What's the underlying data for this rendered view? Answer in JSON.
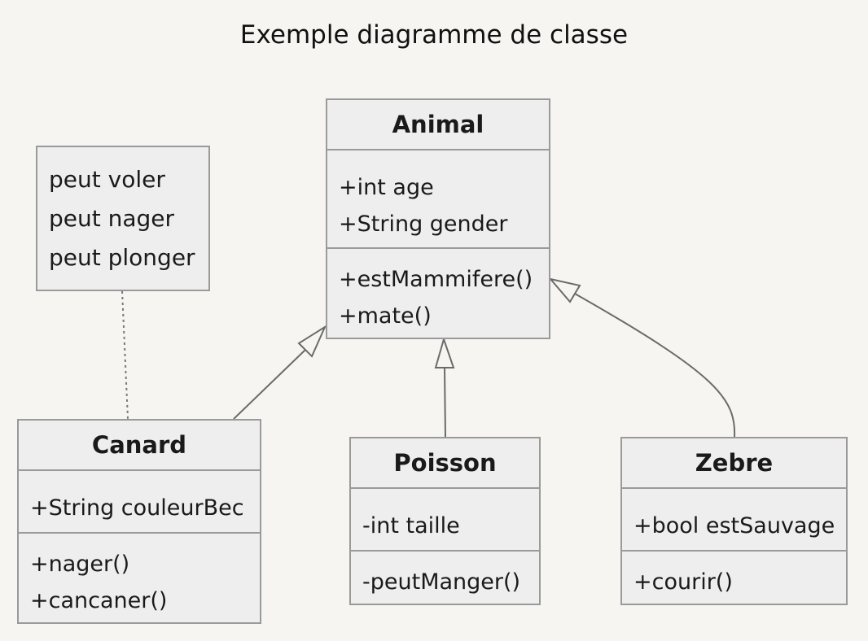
{
  "diagram": {
    "title": "Exemple diagramme de classe",
    "note": {
      "lines": [
        "peut voler",
        "peut nager",
        "peut plonger"
      ]
    },
    "classes": {
      "animal": {
        "name": "Animal",
        "attributes": [
          "+int age",
          "+String gender"
        ],
        "methods": [
          "+estMammifere()",
          "+mate()"
        ]
      },
      "canard": {
        "name": "Canard",
        "attributes": [
          "+String couleurBec"
        ],
        "methods": [
          "+nager()",
          "+cancaner()"
        ]
      },
      "poisson": {
        "name": "Poisson",
        "attributes": [
          "-int taille"
        ],
        "methods": [
          "-peutManger()"
        ]
      },
      "zebre": {
        "name": "Zebre",
        "attributes": [
          "+bool estSauvage"
        ],
        "methods": [
          "+courir()"
        ]
      }
    }
  }
}
